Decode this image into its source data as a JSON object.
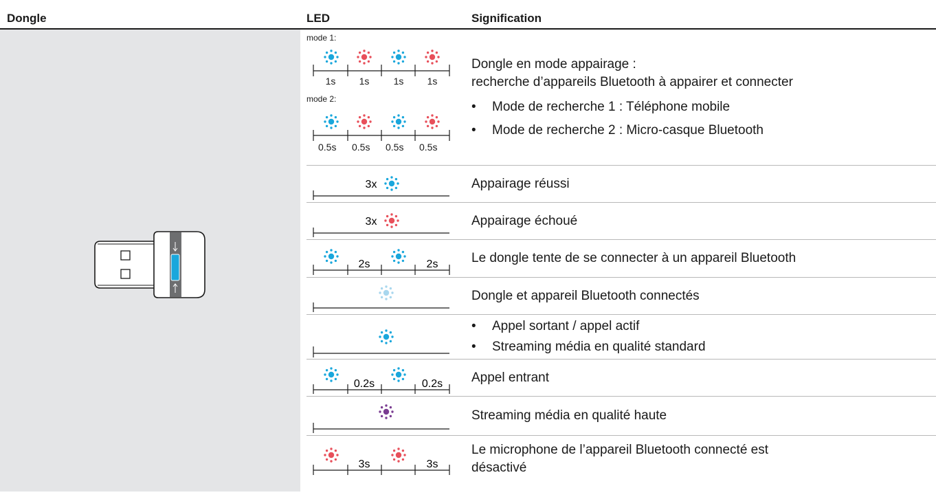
{
  "columns": {
    "dongle": "Dongle",
    "led": "LED",
    "meaning": "Signification"
  },
  "colors": {
    "blue": "#1aa7dc",
    "red": "#e8505b",
    "light_blue": "#a9d7ee",
    "purple": "#7a3c91"
  },
  "led_icon": "led-burst-icon",
  "rows": [
    {
      "mode1_label": "mode 1:",
      "mode1_durations": [
        "1s",
        "1s",
        "1s",
        "1s"
      ],
      "mode2_label": "mode 2:",
      "mode2_durations": [
        "0.5s",
        "0.5s",
        "0.5s",
        "0.5s"
      ],
      "meaning_lines": [
        "Dongle en mode appairage :",
        "recherche d’appareils Bluetooth à appairer et connecter"
      ],
      "bullets": [
        "Mode de recherche 1 : Téléphone mobile",
        "Mode de recherche 2 : Micro-casque Bluetooth"
      ]
    },
    {
      "count": "3x",
      "meaning": "Appairage réussi"
    },
    {
      "count": "3x",
      "meaning": "Appairage échoué"
    },
    {
      "interval": "2s",
      "meaning": "Le dongle tente de se connecter à un appareil Bluetooth"
    },
    {
      "meaning": "Dongle et appareil Bluetooth connectés"
    },
    {
      "bullets": [
        "Appel sortant / appel actif",
        "Streaming média en qualité standard"
      ]
    },
    {
      "interval": "0.2s",
      "meaning": "Appel entrant"
    },
    {
      "meaning": "Streaming média en qualité haute"
    },
    {
      "interval": "3s",
      "meaning_lines": [
        "Le microphone de l’appareil Bluetooth connecté est",
        "désactivé"
      ]
    }
  ]
}
